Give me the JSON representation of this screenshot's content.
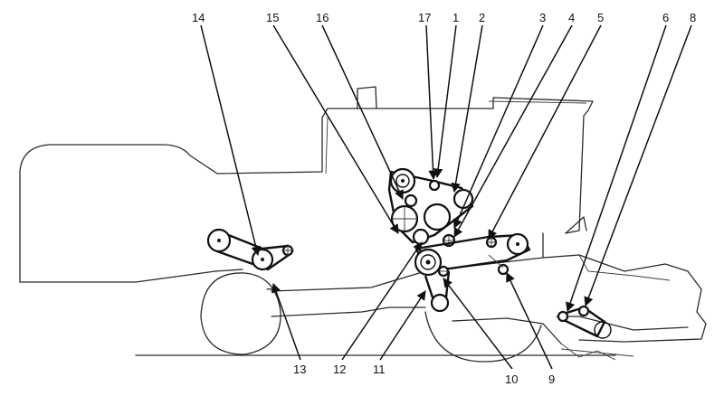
{
  "figure": {
    "labels": [
      {
        "id": "14",
        "text": "14"
      },
      {
        "id": "15",
        "text": "15"
      },
      {
        "id": "16",
        "text": "16"
      },
      {
        "id": "17",
        "text": "17"
      },
      {
        "id": "1",
        "text": "1"
      },
      {
        "id": "2",
        "text": "2"
      },
      {
        "id": "3",
        "text": "3"
      },
      {
        "id": "4",
        "text": "4"
      },
      {
        "id": "5",
        "text": "5"
      },
      {
        "id": "6",
        "text": "6"
      },
      {
        "id": "8",
        "text": "8"
      },
      {
        "id": "13",
        "text": "13"
      },
      {
        "id": "12",
        "text": "12"
      },
      {
        "id": "11",
        "text": "11"
      },
      {
        "id": "10",
        "text": "10"
      },
      {
        "id": "9",
        "text": "9"
      }
    ]
  }
}
